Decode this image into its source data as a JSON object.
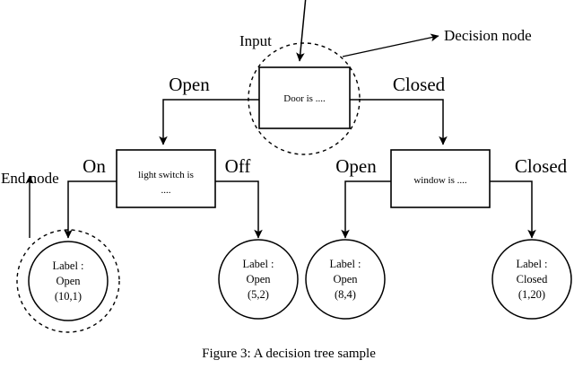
{
  "figure": {
    "caption": "Figure 3: A decision tree sample"
  },
  "annotations": {
    "input": "Input",
    "decision_node": "Decision node",
    "end_node": "End node"
  },
  "nodes": {
    "root": {
      "text": "Door is ....",
      "highlight": "dashed-circle"
    },
    "left_internal": {
      "line1": "light switch is",
      "line2": "...."
    },
    "right_internal": {
      "text": "window is ...."
    }
  },
  "edges": {
    "root_left": "Open",
    "root_right": "Closed",
    "left_on": "On",
    "left_off": "Off",
    "right_open": "Open",
    "right_closed": "Closed"
  },
  "leaves": [
    {
      "line1": "Label :",
      "line2": "Open",
      "line3": "(10,1)",
      "highlight": "dashed-circle"
    },
    {
      "line1": "Label :",
      "line2": "Open",
      "line3": "(5,2)",
      "highlight": "none"
    },
    {
      "line1": "Label :",
      "line2": "Open",
      "line3": "(8,4)",
      "highlight": "none"
    },
    {
      "line1": "Label :",
      "line2": "Closed",
      "line3": "(1,20)",
      "highlight": "none"
    }
  ],
  "colors": {
    "stroke": "#000000",
    "fill": "#ffffff"
  }
}
